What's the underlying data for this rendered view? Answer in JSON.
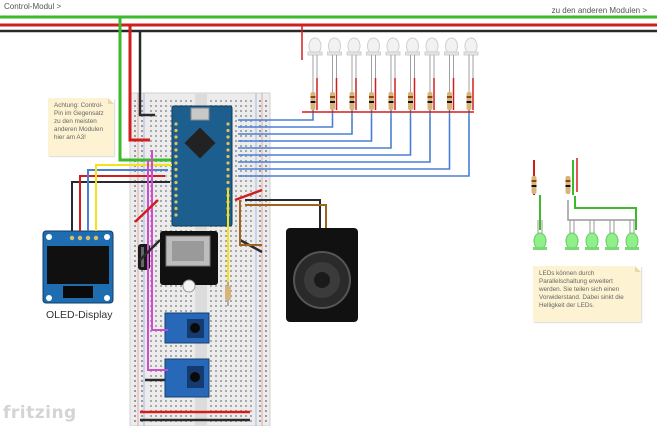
{
  "header": {
    "left_label": "Control-Modul >",
    "right_label": "zu den anderen Modulen >"
  },
  "notes": {
    "left": "Achtung: Control-Pin im Gegensatz zu den meisten anderen Modulen hier am A3!",
    "right": "LEDs können durch Parallelschaltung erweitert werden. Sie teilen sich einen Vorwiderstand. Dabei sinkt die Helligkeit der LEDs."
  },
  "components": {
    "oled_caption": "OLED-Display"
  },
  "branding": {
    "logo": "fritzing"
  },
  "colors": {
    "wire_green": "#3cba2c",
    "wire_red": "#d21d1d",
    "wire_black": "#2a2a2a",
    "wire_blue": "#4a7fd4",
    "wire_yellow": "#f4e21a",
    "wire_magenta": "#d04bd0",
    "wire_brown": "#a0621d",
    "led_white": "#f2f2f2",
    "led_green": "#8ff08a",
    "arduino_blue": "#1c5f8f",
    "module_blue": "#2768b8",
    "note_bg": "#fdf3d2"
  }
}
